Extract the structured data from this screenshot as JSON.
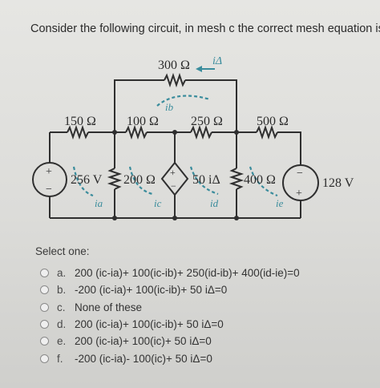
{
  "question": {
    "text": "Consider the following circuit, in mesh c the correct mesh equation is:"
  },
  "circuit": {
    "r_top": "300 Ω",
    "r1": "150 Ω",
    "r2": "100 Ω",
    "r3": "250 Ω",
    "r4": "500 Ω",
    "r5": "200 Ω",
    "r6": "400 Ω",
    "v_left": "256 V",
    "v_right": "128 V",
    "dep_source": "50 iΔ",
    "i_delta": "iΔ",
    "mesh_a": "ia",
    "mesh_b": "ib",
    "mesh_c": "ic",
    "mesh_d": "id",
    "mesh_e": "ie",
    "plus": "+",
    "minus": "−"
  },
  "answer": {
    "select_one": "Select one:",
    "options": [
      {
        "letter": "a.",
        "text": "200 (ic-ia)+ 100(ic-ib)+ 250(id-ib)+ 400(id-ie)=0"
      },
      {
        "letter": "b.",
        "text": "-200 (ic-ia)+ 100(ic-ib)+ 50 iΔ=0"
      },
      {
        "letter": "c.",
        "text": "None of these"
      },
      {
        "letter": "d.",
        "text": "200 (ic-ia)+ 100(ic-ib)+ 50 iΔ=0"
      },
      {
        "letter": "e.",
        "text": "200 (ic-ia)+ 100(ic)+ 50 iΔ=0"
      },
      {
        "letter": "f.",
        "text": "-200 (ic-ia)- 100(ic)+ 50 iΔ=0"
      }
    ]
  },
  "colors": {
    "wire": "#2f2f2f",
    "mesh_arrow": "#3a8c9c",
    "radio_border": "#8a8a8a"
  }
}
